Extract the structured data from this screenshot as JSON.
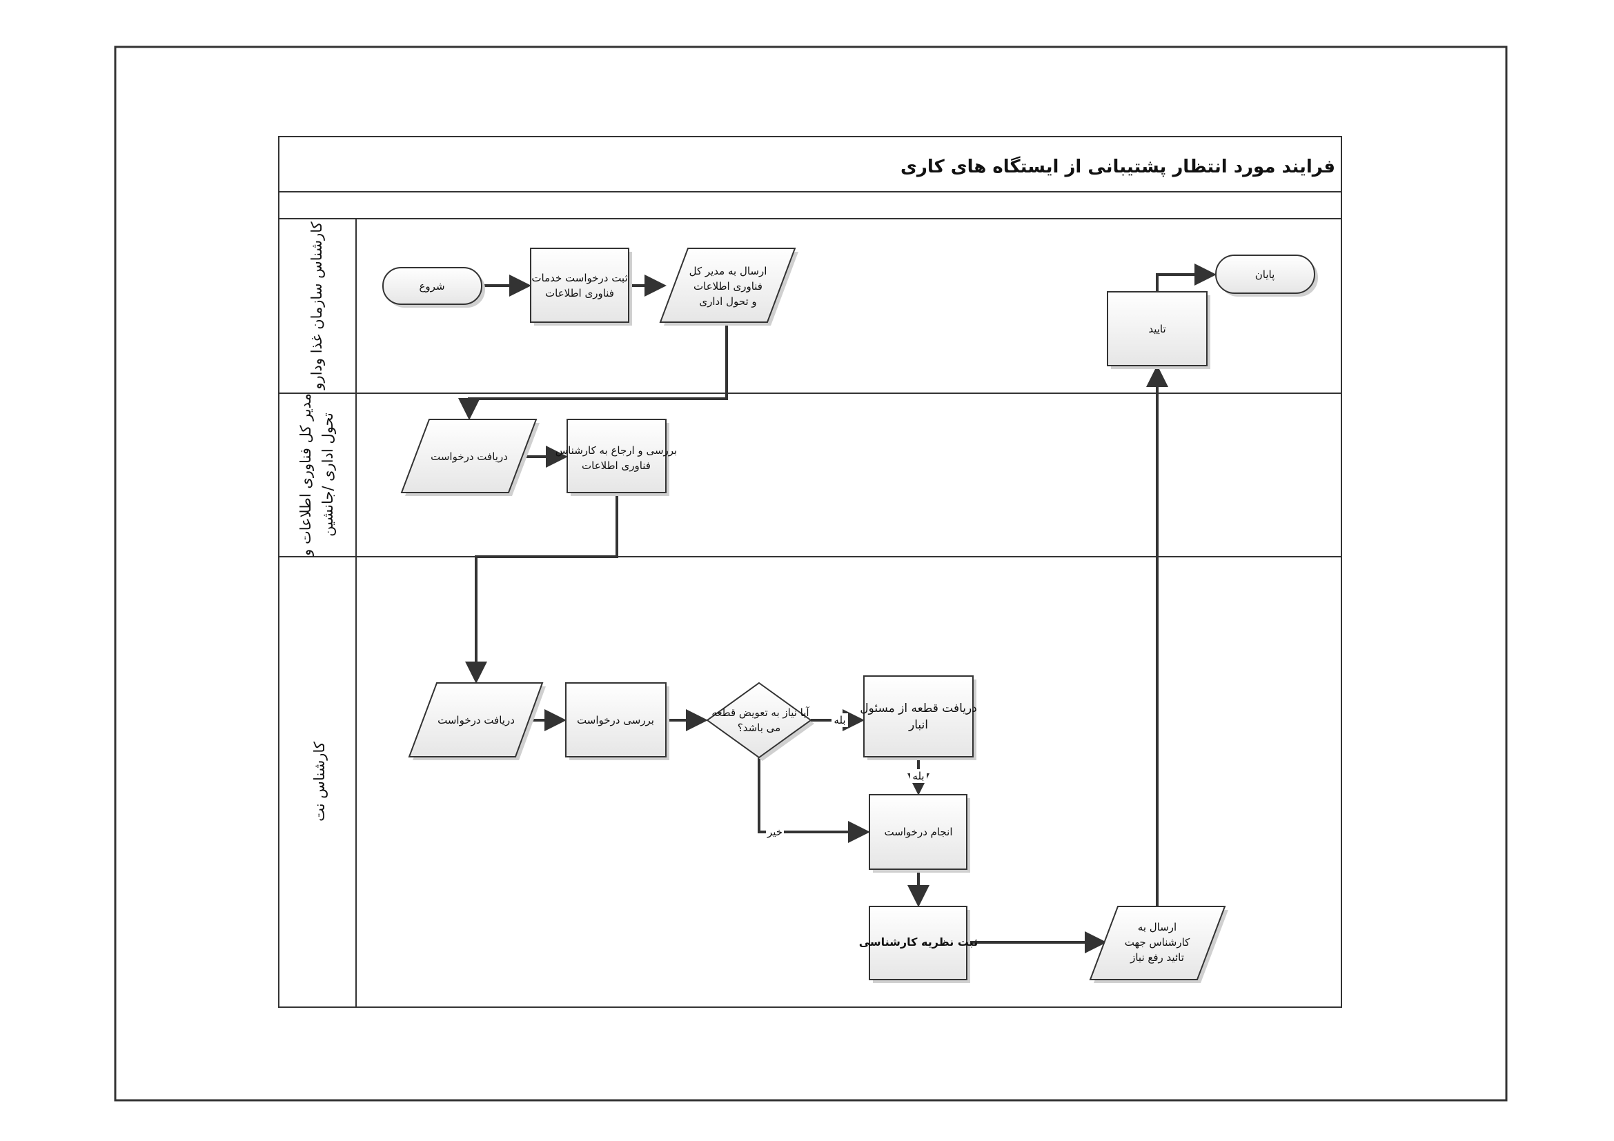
{
  "title": "فرایند مورد انتظار پشتیبانی از ایستگاه های کاری",
  "lanes": [
    {
      "lines": [
        "کارشناس سازمان غذا ودارو"
      ]
    },
    {
      "lines": [
        "مدیر کل فناوری اطلاعات و",
        "تحول اداری /جانشین"
      ]
    },
    {
      "lines": [
        "کارشناس نت"
      ]
    }
  ],
  "nodes": {
    "start": "شروع",
    "register": [
      "ثبت درخواست خدمات",
      "فناوری اطلاعات"
    ],
    "send_manager": [
      "ارسال به مدیر کل",
      "فناوری اطلاعات",
      "و تحول اداری"
    ],
    "receive1": "دریافت درخواست",
    "review_refer": [
      "بررسی و ارجاع به کارشناس",
      "فناوری اطلاعات"
    ],
    "receive2": "دریافت درخواست",
    "review": "بررسی درخواست",
    "decision": [
      "آیا نیاز به تعویض قطعه",
      "می باشد؟"
    ],
    "get_part": [
      "دریافت قطعه از مسئول",
      "انبار"
    ],
    "do_request": "انجام درخواست",
    "record_opinion": "ثبت نظریه کارشناسی",
    "send_expert": [
      "ارسال به",
      "کارشناس جهت",
      "تائید رفع نیاز"
    ],
    "approve": "تایید",
    "end": "پایان"
  },
  "edge_labels": {
    "yes1": "بله",
    "yes2": "بله",
    "no": "خیر"
  }
}
